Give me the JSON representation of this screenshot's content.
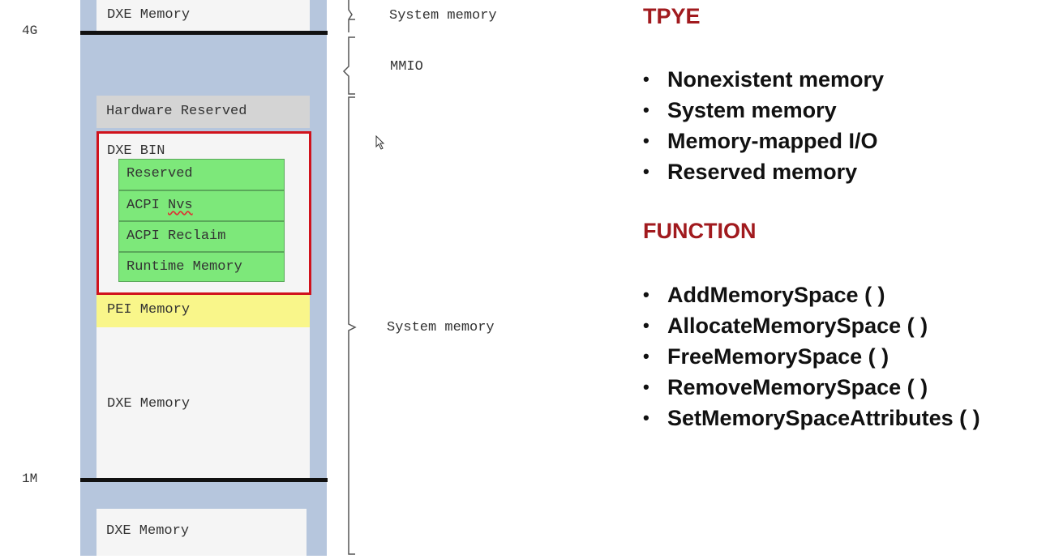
{
  "memory_map": {
    "blocks": {
      "top_dxe": "DXE Memory",
      "hardware_reserved": "Hardware Reserved",
      "dxe_bin": "DXE BIN",
      "dxe_bin_items": [
        "Reserved",
        "ACPI Nvs",
        "ACPI Reclaim",
        "Runtime Memory"
      ],
      "pei_memory": "PEI Memory",
      "dxe_mid": "DXE Memory",
      "dxe_bottom": "DXE Memory"
    },
    "addresses": {
      "top": "4G",
      "bottom": "1M"
    },
    "ranges": [
      "System memory",
      "MMIO",
      "System memory"
    ]
  },
  "type_section": {
    "heading": "TPYE",
    "items": [
      "Nonexistent memory",
      "System memory",
      "Memory-mapped I/O",
      "Reserved memory"
    ]
  },
  "function_section": {
    "heading": "FUNCTION",
    "items": [
      "AddMemorySpace ( )",
      "AllocateMemorySpace ( )",
      "FreeMemorySpace ( )",
      "RemoveMemorySpace ( )",
      "SetMemorySpaceAttributes ( )"
    ]
  },
  "bullet_glyph": "•",
  "colors": {
    "map_background": "#b6c6dd",
    "dxe_bin_border": "#d0121c",
    "green_block": "#7de87a",
    "pei_block": "#f9f68a",
    "heading": "#a11a1e"
  }
}
